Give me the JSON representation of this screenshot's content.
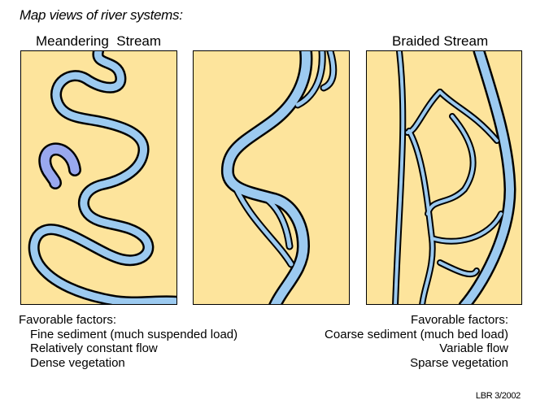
{
  "title": "Map views of river systems:",
  "headings": {
    "meandering": "Meandering  Stream",
    "braided": "Braided Stream"
  },
  "left_factors": {
    "heading": "Favorable factors:",
    "items": [
      "Fine sediment (much suspended load)",
      "Relatively constant flow",
      "Dense vegetation"
    ]
  },
  "right_factors": {
    "heading": "Favorable factors:",
    "items": [
      "Coarse sediment (much bed load)",
      "Variable flow",
      "Sparse vegetation"
    ]
  },
  "credit": "LBR 3/2002",
  "colors": {
    "land": "#fde49c",
    "water": "#9ccaf0",
    "oxbow_lake": "#99a8ee",
    "outline": "#000000"
  }
}
